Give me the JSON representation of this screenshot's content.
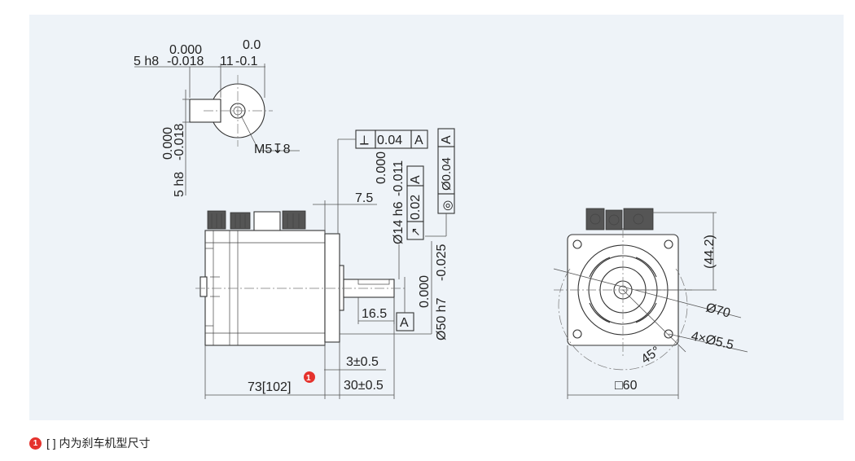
{
  "badge_mark": "1",
  "footnote_text": "[ ] 内为刹车机型尺寸",
  "colors": {
    "panel_bg": "#eef3f8",
    "badge": "#e5322d",
    "line": "#333333"
  },
  "key_view": {
    "width_tol_upper": "0.000",
    "width_label": "5 h8",
    "width_tol_lower": "-0.018",
    "depth_tol_upper": "0.0",
    "depth_label": "11",
    "depth_tol_lower": "-0.1",
    "height_tol_upper": "0.000",
    "height_label": "5 h8",
    "height_tol_lower": "-0.018",
    "thread_label": "M5↧8"
  },
  "side_view": {
    "perp_symbol": "⟂",
    "perp_value": "0.04",
    "datum": "A",
    "runout_symbol": "↗",
    "runout_value": "0.02",
    "runout_datum": "A",
    "shaft_tol_upper": "0.000",
    "shaft_label": "Ø14 h6",
    "shaft_tol_lower": "-0.011",
    "conc_symbol": "◎",
    "conc_value": "Ø0.04",
    "conc_datum": "A",
    "shoulder_label": "7.5",
    "pilot_tol_upper": "0.000",
    "pilot_label": "Ø50 h7",
    "pilot_tol_lower": "-0.025",
    "key_len_label": "16.5",
    "datum_box": "A",
    "flange_label": "3±0.5",
    "length_label": "73[102]",
    "length_note_mark": "1",
    "shaft_len_label": "30±0.5"
  },
  "front_view": {
    "height_label": "(44.2)",
    "pcd_label": "Ø70",
    "holes_label": "4×Ø5.5",
    "angle_label": "45°",
    "square_label": "□60"
  }
}
